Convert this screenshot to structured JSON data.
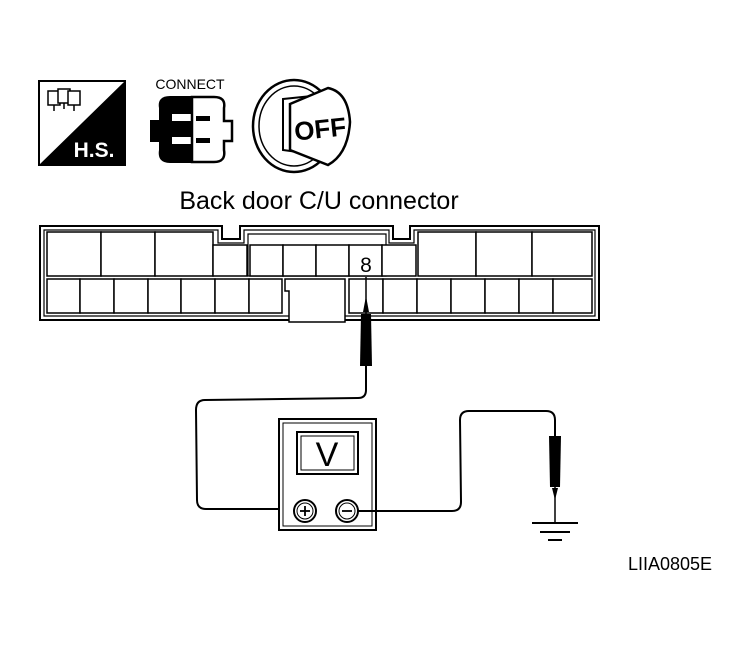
{
  "icons": {
    "harness_label": "H.S.",
    "connect_label": "CONNECT",
    "ignition_label": "OFF"
  },
  "connector": {
    "title": "Back door C/U connector",
    "pin_label": "8"
  },
  "meter": {
    "display": "V",
    "positive_symbol": "+",
    "negative_symbol": "−"
  },
  "figure_code": "LIIA0805E"
}
